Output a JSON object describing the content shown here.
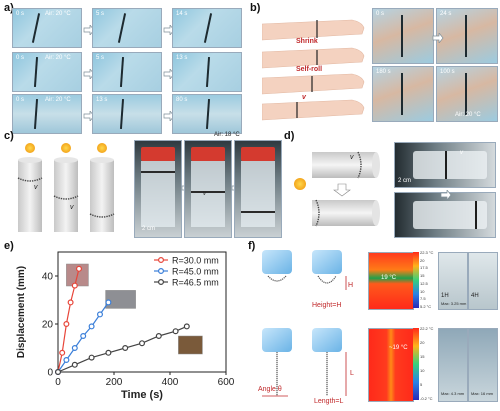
{
  "panels": {
    "a": {
      "letter": "a)",
      "air": "Air: 20 °C",
      "rows": [
        [
          "0 s",
          "5 s",
          "14 s"
        ],
        [
          "0 s",
          "5 s",
          "13 s"
        ],
        [
          "0 s",
          "13 s",
          "80 s"
        ]
      ]
    },
    "b": {
      "letter": "b)",
      "shrink": "Shrink",
      "self_roll": "Self-roll",
      "v": "v",
      "times": [
        "0 s",
        "24 s",
        "180 s",
        "100 s"
      ],
      "air": "Air: 20 °C"
    },
    "c": {
      "letter": "c)",
      "air": "Air: 18 °C",
      "scale": "2 cm",
      "v": "v"
    },
    "d": {
      "letter": "d)",
      "scale": "2 cm",
      "v": "v"
    },
    "e": {
      "letter": "e)"
    },
    "f": {
      "letter": "f)",
      "height_label": "Height=H",
      "h": "H",
      "angle_label": "Angle θ",
      "length_label": "Length=L",
      "l": "L",
      "temp_top": "19 °C",
      "temp_bottom": "~19 °C",
      "scale_top": [
        "22.3 °C",
        "20",
        "17.5",
        "15",
        "12.5",
        "10",
        "7.5",
        "5.2 °C"
      ],
      "scale_bottom": [
        "22.2 °C",
        "20",
        "15",
        "10",
        "5",
        "-0.2 °C"
      ],
      "max_top": "Max: 3.25 mm",
      "max_b1": "Max: 4.3 mm",
      "max_b2": "Max: 16 mm",
      "t1": "1H",
      "t2": "4H"
    }
  },
  "chart_data": {
    "type": "line",
    "xlabel": "Time (s)",
    "ylabel": "Displacement (mm)",
    "xlim": [
      0,
      600
    ],
    "ylim": [
      0,
      50
    ],
    "xticks": [
      0,
      200,
      400,
      600
    ],
    "yticks": [
      0,
      20,
      40
    ],
    "legend_position": "top-right",
    "series": [
      {
        "name": "R=30.0 mm",
        "color": "#e8463a",
        "x": [
          0,
          15,
          30,
          45,
          60,
          75
        ],
        "y": [
          0,
          8,
          20,
          29,
          36,
          43
        ]
      },
      {
        "name": "R=45.0 mm",
        "color": "#3b7fd9",
        "x": [
          0,
          30,
          60,
          90,
          120,
          150,
          180
        ],
        "y": [
          0,
          5,
          10,
          15,
          19,
          24,
          29
        ]
      },
      {
        "name": "R=46.5 mm",
        "color": "#444444",
        "x": [
          0,
          60,
          120,
          180,
          240,
          300,
          360,
          420,
          460
        ],
        "y": [
          0,
          3,
          6,
          8,
          10,
          12,
          15,
          17,
          19
        ]
      }
    ]
  }
}
